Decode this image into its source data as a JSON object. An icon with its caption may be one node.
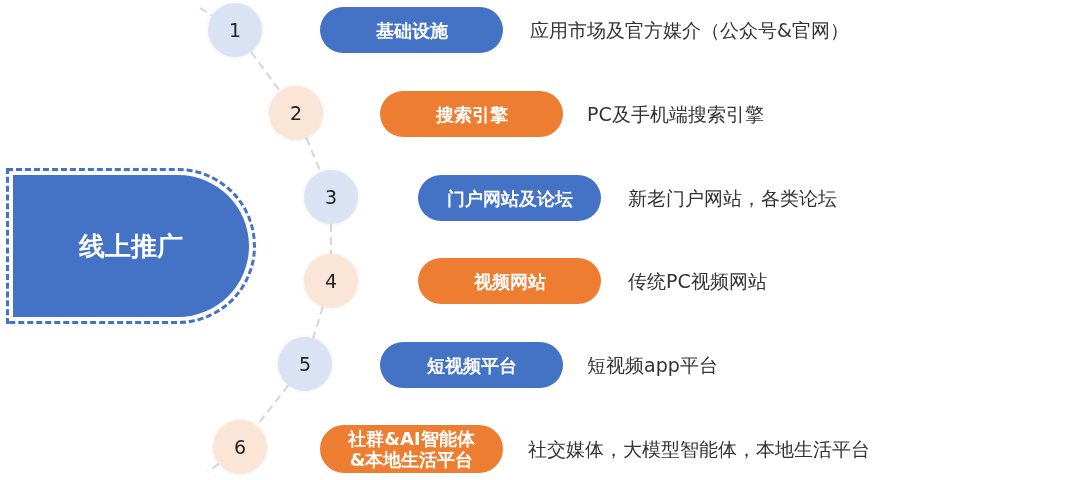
{
  "diagram": {
    "nodes": [
      {
        "text": [
          "线上推广"
        ]
      },
      {
        "text": [
          "1"
        ]
      },
      {
        "text": [
          "2"
        ]
      },
      {
        "text": [
          "3"
        ]
      },
      {
        "text": [
          "4"
        ]
      },
      {
        "text": [
          "5"
        ]
      },
      {
        "text": [
          "6"
        ]
      },
      {
        "text": [
          "基础设施"
        ],
        "beside": [
          "应用市场及官方媒介（公众号&官网）"
        ]
      },
      {
        "text": [
          "搜索引擎"
        ],
        "beside": [
          "PC及手机端搜索引擎"
        ]
      },
      {
        "text": [
          "门户网站及论坛"
        ],
        "beside": [
          "新老门户网站，各类论坛"
        ]
      },
      {
        "text": [
          "视频网站"
        ],
        "beside": [
          "传统PC视频网站"
        ]
      },
      {
        "text": [
          "短视频平台"
        ],
        "beside": [
          "短视频app平台"
        ]
      },
      {
        "text": [
          "社群&AI智能体 &本地生活平台"
        ],
        "beside": [
          "社交媒体，大模型智能体，本地生活平台"
        ]
      }
    ],
    "edges": [
      {
        "from": null,
        "to": 1,
        "arrow": "none",
        "style": "dashed"
      },
      {
        "from": 1,
        "to": 2,
        "arrow": "none",
        "style": "dashed"
      },
      {
        "from": 2,
        "to": 3,
        "arrow": "none",
        "style": "dashed"
      },
      {
        "from": 3,
        "to": 4,
        "arrow": "none",
        "style": "dashed"
      },
      {
        "from": 4,
        "to": 5,
        "arrow": "none",
        "style": "dashed"
      },
      {
        "from": 5,
        "to": 6,
        "arrow": "none",
        "style": "dashed"
      },
      {
        "from": 6,
        "to": null,
        "arrow": "none",
        "style": "dashed"
      }
    ]
  }
}
